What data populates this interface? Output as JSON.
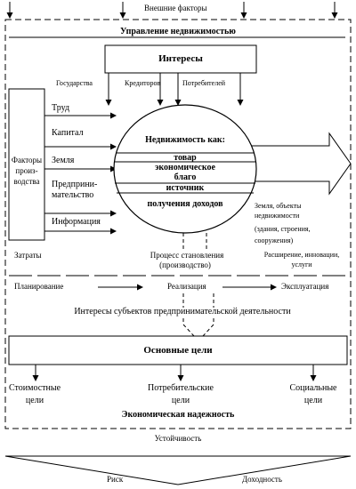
{
  "external_factors": "Внешние факторы",
  "management_title": "Управление недвижимостью",
  "interests_box": "Интересы",
  "interest_sources": [
    "Государства",
    "Кредиторов",
    "Потребителей"
  ],
  "inputs": [
    "Труд",
    "Капитал",
    "Земля",
    "Предприни-",
    "мательство",
    "Информация"
  ],
  "factors_box": [
    "Факторы",
    "произ-",
    "водства"
  ],
  "realty_heading": "Недвижимость как:",
  "realty_items": [
    "товар",
    "экономическое",
    "благо",
    "источник",
    "получения доходов"
  ],
  "output_label": [
    "Земля, объекты",
    "недвижимости",
    "(здания, строения,",
    "сооружения)"
  ],
  "costs": "Затраты",
  "process": [
    "Процесс становления",
    "(производство)"
  ],
  "expansion": [
    "Расширение, инновации,",
    "услуги"
  ],
  "stages": [
    "Планирование",
    "Реализация",
    "Эксплуатация"
  ],
  "entrepreneur_interests": "Интересы субъектов предпринимательской деятельности",
  "main_goals": "Основные цели",
  "goals": [
    {
      "line1": "Стоимостные",
      "line2": "цели"
    },
    {
      "line1": "Потребительские",
      "line2": "цели"
    },
    {
      "line1": "Социальные",
      "line2": "цели"
    }
  ],
  "reliability": "Экономическая надежность",
  "stability": "Устойчивость",
  "risk": "Риск",
  "profitability": "Доходность"
}
